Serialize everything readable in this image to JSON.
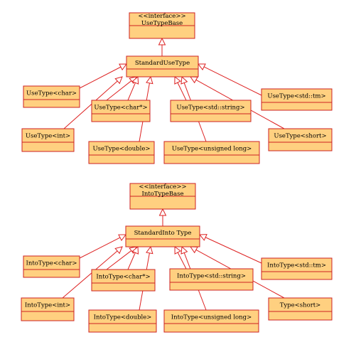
{
  "diagrams": [
    {
      "id": "use",
      "classes": [
        {
          "id": "usebase",
          "lines": [
            "<<interface>>",
            "UseTypeBase"
          ]
        },
        {
          "id": "stduse",
          "lines": [
            "StandardUseType"
          ]
        },
        {
          "id": "u_char",
          "lines": [
            "UseType<char>"
          ]
        },
        {
          "id": "u_charp",
          "lines": [
            "UseType<char*>"
          ]
        },
        {
          "id": "u_string",
          "lines": [
            "UseType<std::string>"
          ]
        },
        {
          "id": "u_tm",
          "lines": [
            "UseType<std::tm>"
          ]
        },
        {
          "id": "u_int",
          "lines": [
            "UseType<int>"
          ]
        },
        {
          "id": "u_double",
          "lines": [
            "UseType<double>"
          ]
        },
        {
          "id": "u_ulong",
          "lines": [
            "UseType<unsigned long>"
          ]
        },
        {
          "id": "u_short",
          "lines": [
            "UseType<short>"
          ]
        }
      ],
      "generalizations": [
        {
          "from": "stduse",
          "to": "usebase"
        },
        {
          "from": "u_char",
          "to": "stduse"
        },
        {
          "from": "u_charp",
          "to": "stduse"
        },
        {
          "from": "u_string",
          "to": "stduse"
        },
        {
          "from": "u_tm",
          "to": "stduse"
        },
        {
          "from": "u_int",
          "to": "stduse"
        },
        {
          "from": "u_double",
          "to": "stduse"
        },
        {
          "from": "u_ulong",
          "to": "stduse"
        },
        {
          "from": "u_short",
          "to": "stduse"
        }
      ]
    },
    {
      "id": "into",
      "classes": [
        {
          "id": "intobase",
          "lines": [
            "<<interface>>",
            "IntoTypeBase"
          ]
        },
        {
          "id": "stdinto",
          "lines": [
            "StandardInto Type"
          ]
        },
        {
          "id": "i_char",
          "lines": [
            "IntoType<char>"
          ]
        },
        {
          "id": "i_charp",
          "lines": [
            "IntoType<char*>"
          ]
        },
        {
          "id": "i_string",
          "lines": [
            "IntoType<std::string>"
          ]
        },
        {
          "id": "i_tm",
          "lines": [
            "IntoType<std::tm>"
          ]
        },
        {
          "id": "i_int",
          "lines": [
            "IntoType<int>"
          ]
        },
        {
          "id": "i_double",
          "lines": [
            "IntoType<double>"
          ]
        },
        {
          "id": "i_ulong",
          "lines": [
            "IntoType<unsigned long>"
          ]
        },
        {
          "id": "i_short",
          "lines": [
            "Type<short>"
          ]
        }
      ],
      "generalizations": [
        {
          "from": "stdinto",
          "to": "intobase"
        },
        {
          "from": "i_char",
          "to": "stdinto"
        },
        {
          "from": "i_charp",
          "to": "stdinto"
        },
        {
          "from": "i_string",
          "to": "stdinto"
        },
        {
          "from": "i_tm",
          "to": "stdinto"
        },
        {
          "from": "i_int",
          "to": "stdinto"
        },
        {
          "from": "i_double",
          "to": "stdinto"
        },
        {
          "from": "i_ulong",
          "to": "stdinto"
        },
        {
          "from": "i_short",
          "to": "stdinto"
        }
      ]
    }
  ]
}
